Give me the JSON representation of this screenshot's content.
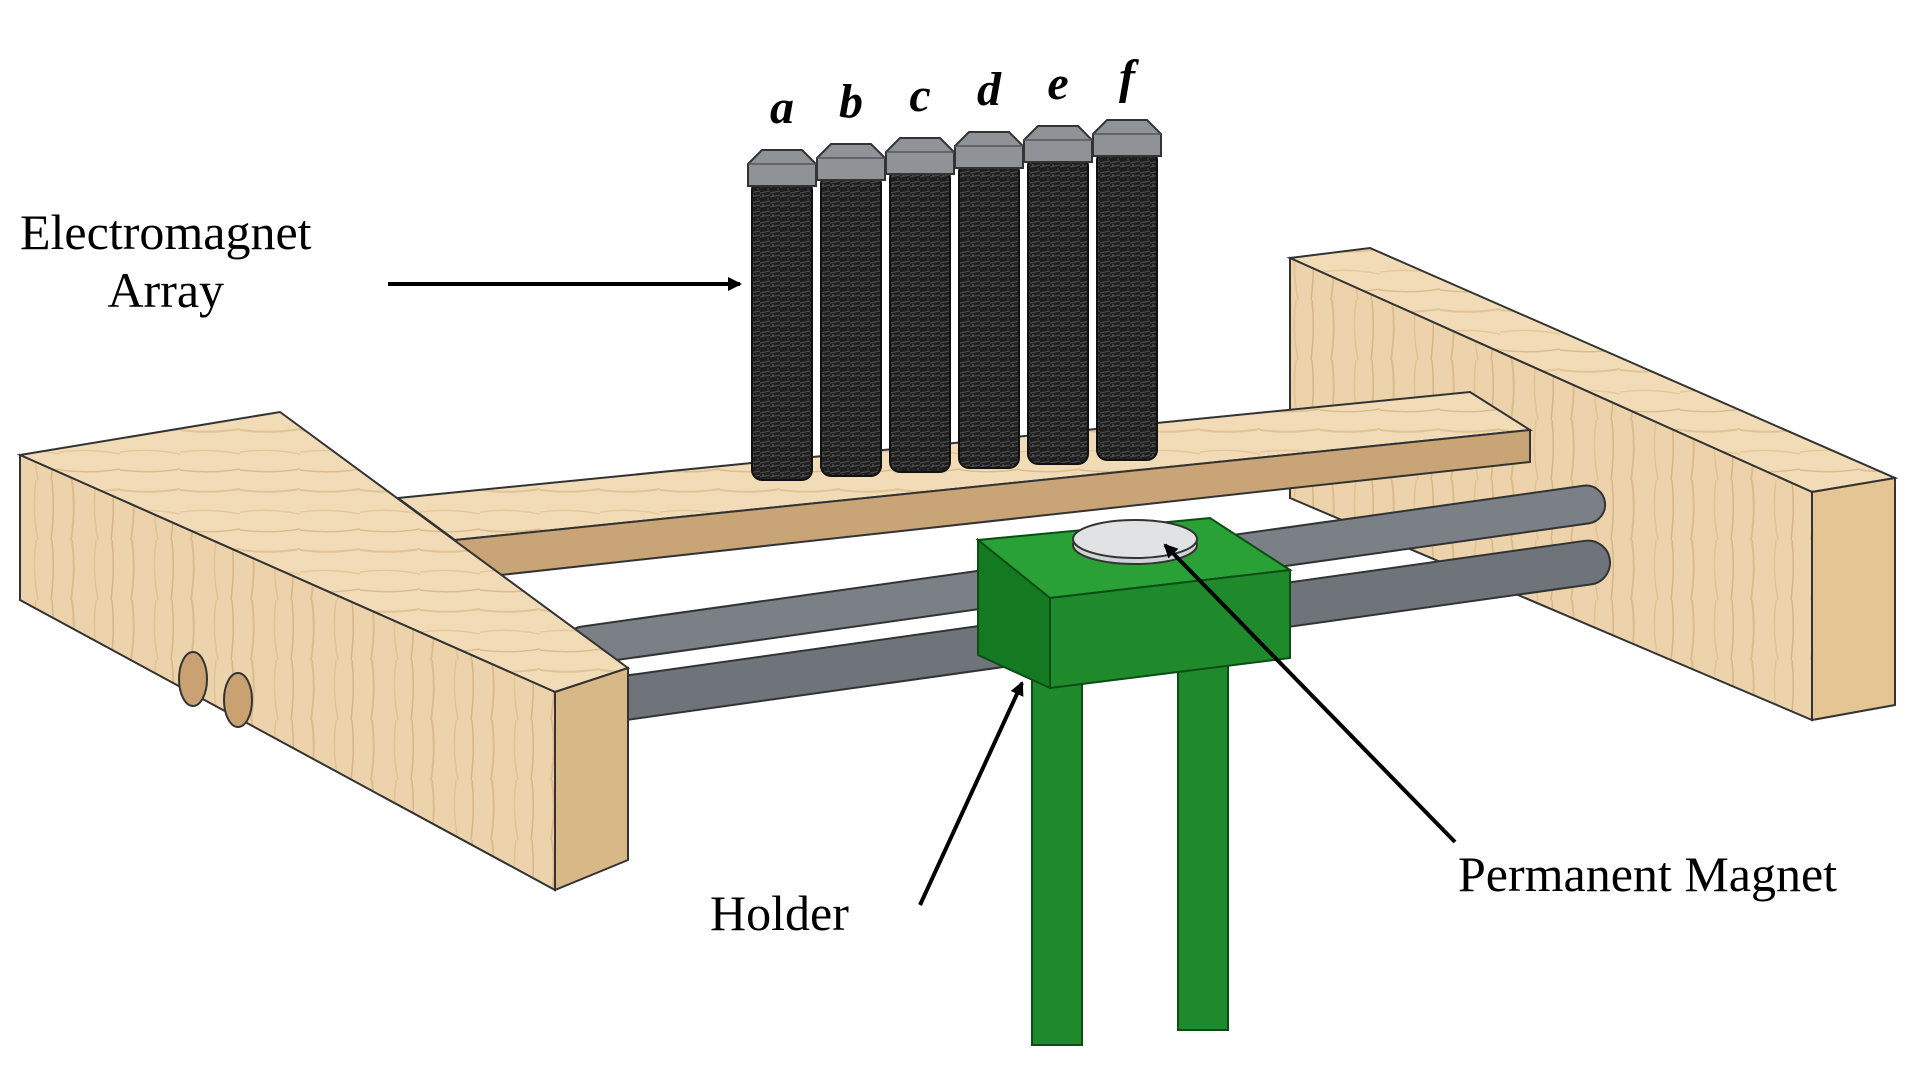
{
  "labels": {
    "electromagnet_array": [
      "Electromagnet",
      "Array"
    ],
    "permanent_magnet": "Permanent Magnet",
    "holder": "Holder"
  },
  "coils": [
    "a",
    "b",
    "c",
    "d",
    "e",
    "f"
  ],
  "colors": {
    "wood_light": "#f2dcb8",
    "wood_mid": "#e8cba0",
    "wood_dark": "#b08a5e",
    "rod_gray": "#7b8086",
    "holder_green": "#1f8a2c",
    "holder_green_dark": "#0e5e18",
    "coil_black": "#1a1a1a",
    "bolt_gray": "#8f9296",
    "magnet_disc": "#e0e2e4"
  }
}
